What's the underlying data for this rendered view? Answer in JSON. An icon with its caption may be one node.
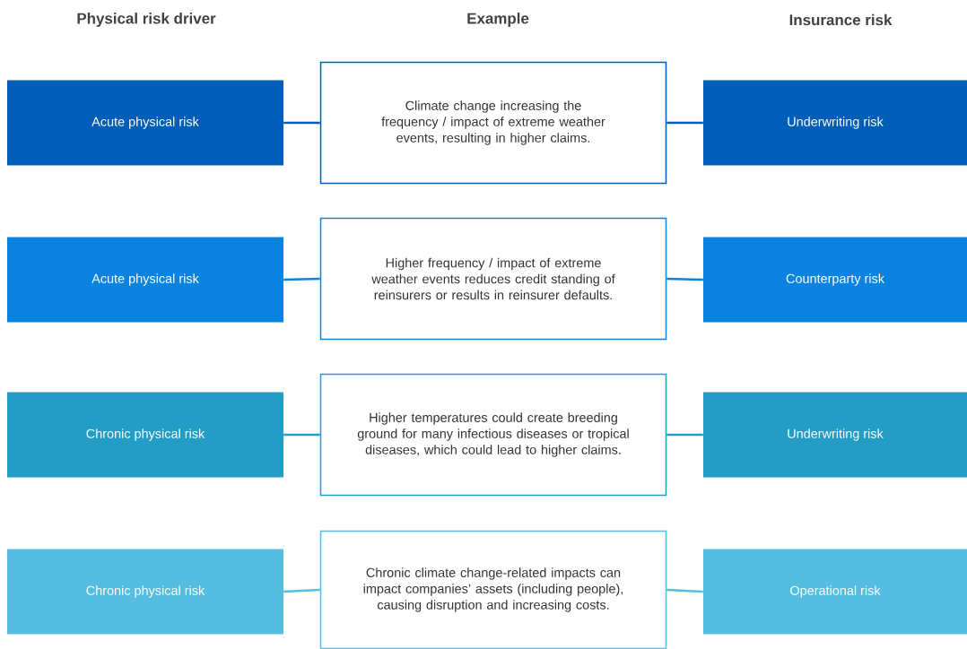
{
  "diagram": {
    "labels": [
      "Physical risk driver",
      "Example",
      "Insurance risk"
    ],
    "nodes": [
      {
        "text": [
          "Acute physical risk"
        ]
      },
      {
        "text": [
          "Climate change increasing the frequency / impact of extreme weather events, resulting in higher claims."
        ]
      },
      {
        "text": [
          "Underwriting risk"
        ]
      },
      {
        "text": [
          "Acute physical risk"
        ]
      },
      {
        "text": [
          "Higher frequency / impact of extreme weather events reduces credit standing of reinsurers or results in reinsurer defaults."
        ]
      },
      {
        "text": [
          "Counterparty risk"
        ]
      },
      {
        "text": [
          "Chronic physical risk"
        ]
      },
      {
        "text": [
          "Higher temperatures could create breeding ground for many infectious diseases or tropical diseases, which could lead to higher claims."
        ]
      },
      {
        "text": [
          "Underwriting risk"
        ]
      },
      {
        "text": [
          "Chronic physical risk"
        ]
      },
      {
        "text": [
          "Chronic climate change-related impacts can impact companies’ assets (including people), causing disruption and increasing costs."
        ]
      },
      {
        "text": [
          "Operational risk"
        ]
      }
    ],
    "edges": [
      {
        "from": 0,
        "to": 1,
        "arrow": "none",
        "color": "#005eb8"
      },
      {
        "from": 1,
        "to": 2,
        "arrow": "none",
        "color": "#005eb8"
      },
      {
        "from": 3,
        "to": 4,
        "arrow": "none",
        "color": "#0a84e0"
      },
      {
        "from": 4,
        "to": 5,
        "arrow": "none",
        "color": "#0a84e0"
      },
      {
        "from": 6,
        "to": 7,
        "arrow": "none",
        "color": "#239dc6"
      },
      {
        "from": 7,
        "to": 8,
        "arrow": "none",
        "color": "#239dc6"
      },
      {
        "from": 9,
        "to": 10,
        "arrow": "none",
        "color": "#55bde0"
      },
      {
        "from": 10,
        "to": 11,
        "arrow": "none",
        "color": "#55bde0"
      }
    ]
  }
}
